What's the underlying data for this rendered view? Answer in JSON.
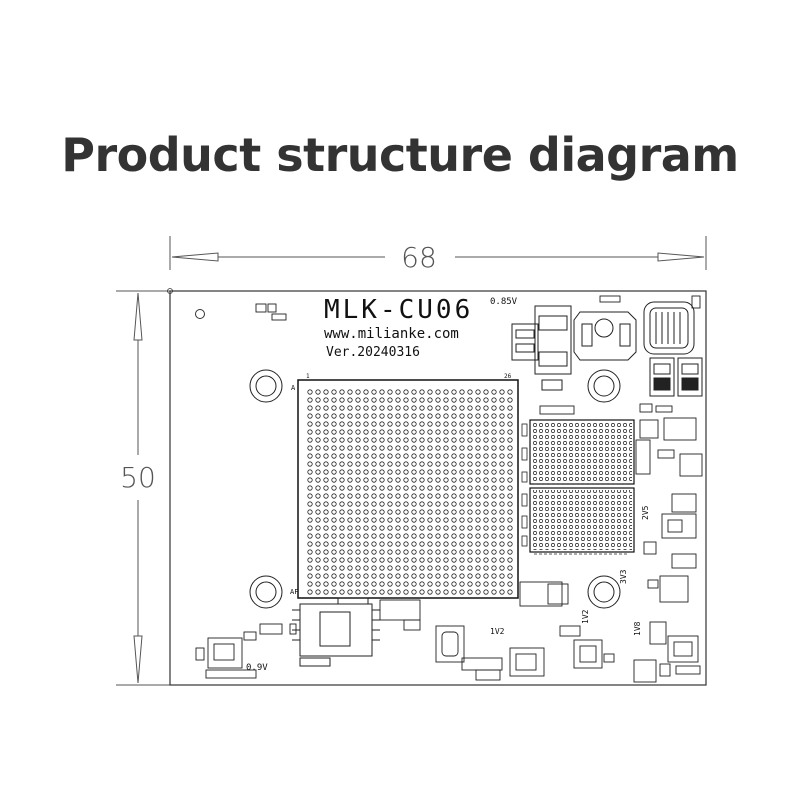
{
  "title": "Product structure diagram",
  "dimensions": {
    "width": "68",
    "height": "50"
  },
  "board": {
    "model": "MLK-CU06",
    "website": "www.milianke.com",
    "version": "Ver.20240316",
    "bga_pin_labels": {
      "top_left": "A",
      "top_corner": "1",
      "top_right": "26",
      "bottom_left": "AF"
    },
    "voltage_labels": {
      "v085": "0.85V",
      "v09": "0.9V",
      "v12": "1V2",
      "v12b": "1V2",
      "v33": "3V3",
      "v18": "1V8",
      "v25": "2V5"
    }
  }
}
